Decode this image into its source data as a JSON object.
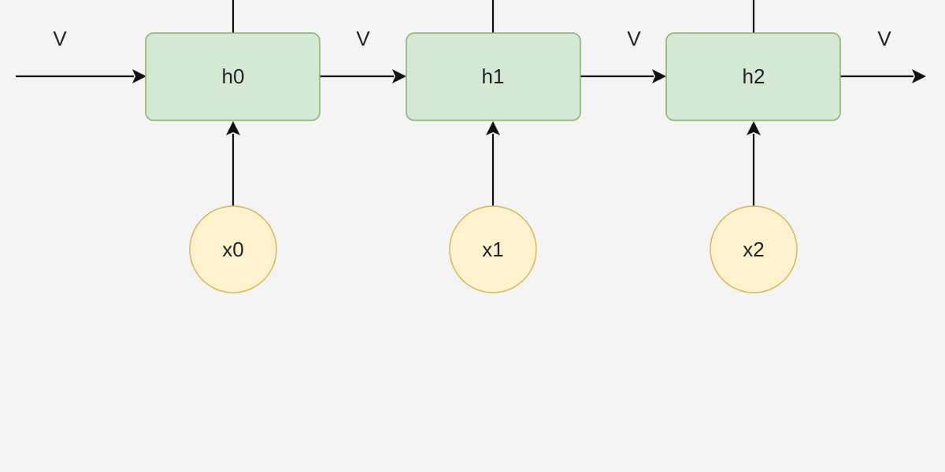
{
  "colors": {
    "background": "#f4f4f4",
    "hidden_fill": "#d5e8d4",
    "hidden_stroke": "#82b366",
    "input_fill": "#fff2cc",
    "input_stroke": "#d6b656",
    "edge": "#111111",
    "text": "#222222"
  },
  "hidden_states": [
    {
      "id": "h0",
      "label": "h0"
    },
    {
      "id": "h1",
      "label": "h1"
    },
    {
      "id": "h2",
      "label": "h2"
    }
  ],
  "inputs": [
    {
      "id": "x0",
      "label": "x0",
      "target": "h0"
    },
    {
      "id": "x1",
      "label": "x1",
      "target": "h1"
    },
    {
      "id": "x2",
      "label": "x2",
      "target": "h2"
    }
  ],
  "recurrent_edges": [
    {
      "from": "start",
      "to": "h0",
      "label": "V"
    },
    {
      "from": "h0",
      "to": "h1",
      "label": "V"
    },
    {
      "from": "h1",
      "to": "h2",
      "label": "V"
    },
    {
      "from": "h2",
      "to": "end",
      "label": "V"
    }
  ]
}
